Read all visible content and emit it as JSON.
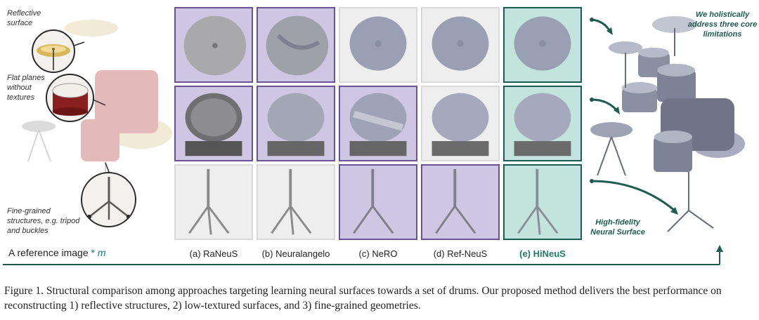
{
  "reference_panel": {
    "label_reflective": "Reflective surface",
    "label_flat": "Flat planes without textures",
    "label_fine": "Fine-grained structures, e.g. tripod and buckles",
    "caption_text": "A reference image",
    "caption_star": "*",
    "caption_m": "m"
  },
  "methods": [
    {
      "label": "(a) RaNeuS"
    },
    {
      "label": "(b) Neuralangelo"
    },
    {
      "label": "(c) NeRO"
    },
    {
      "label": "(d) Ref-NeuS"
    },
    {
      "label": "(e) HiNeuS"
    }
  ],
  "right_panel": {
    "note_top": "We holistically address three core limitations",
    "note_bottom": "High-fidelity Neural Surface"
  },
  "figure_caption": "Figure 1. Structural comparison among approaches targeting learning neural surfaces towards a set of drums. Our proposed method delivers the best performance on reconstructing 1) reflective structures, 2) low-textured surfaces, and 3) fine-grained geometries.",
  "colors": {
    "accent_green": "#1f5c50",
    "label_green": "#1f7a66",
    "purple_border": "#6b5296",
    "purple_fill": "#cfc6e3",
    "teal_fill": "#c3e4dd"
  }
}
